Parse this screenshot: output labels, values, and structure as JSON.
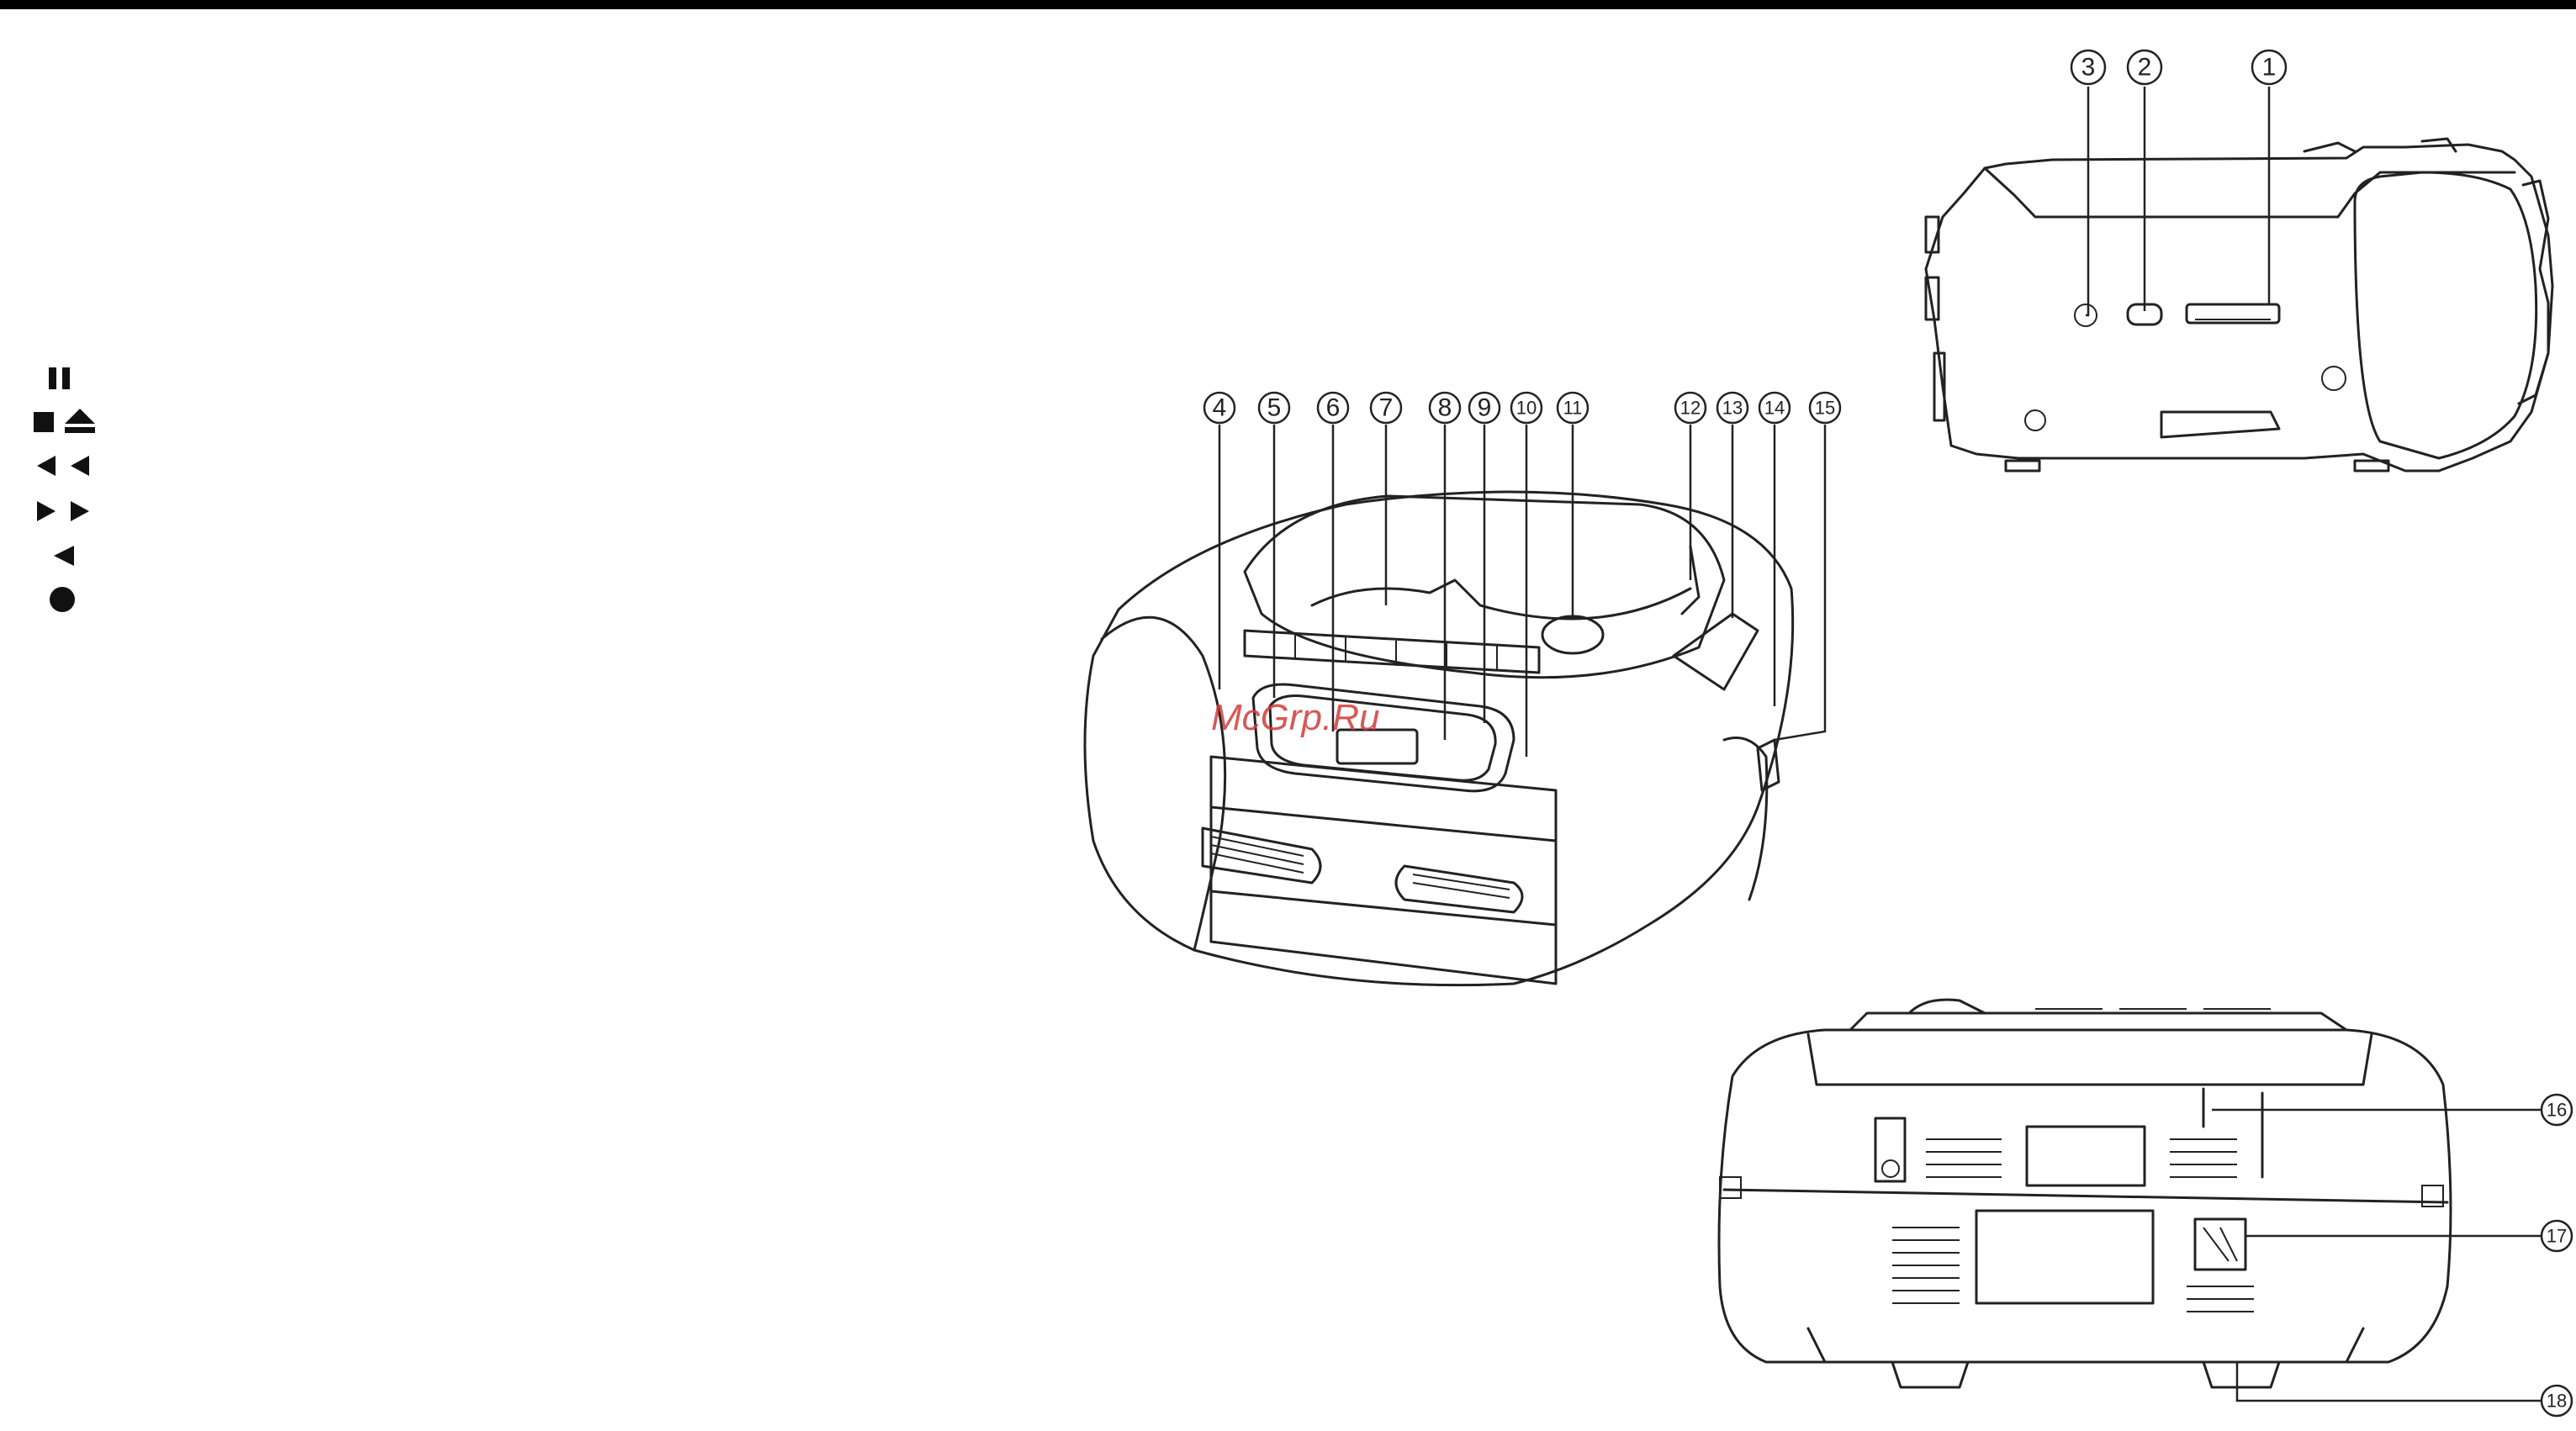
{
  "watermark": "McGrp.Ru",
  "legend_symbols": [
    {
      "icon": "pause-icon"
    },
    {
      "icon": "stop-eject-icon"
    },
    {
      "icon": "rewind-icon"
    },
    {
      "icon": "fast-forward-icon"
    },
    {
      "icon": "play-reverse-icon"
    },
    {
      "icon": "record-icon"
    }
  ],
  "callouts": {
    "side_view": [
      "3",
      "2",
      "1"
    ],
    "front_view": [
      "4",
      "5",
      "6",
      "7",
      "8",
      "9",
      "10",
      "11",
      "12",
      "13",
      "14",
      "15"
    ],
    "rear_view": [
      "16",
      "17",
      "18"
    ]
  }
}
